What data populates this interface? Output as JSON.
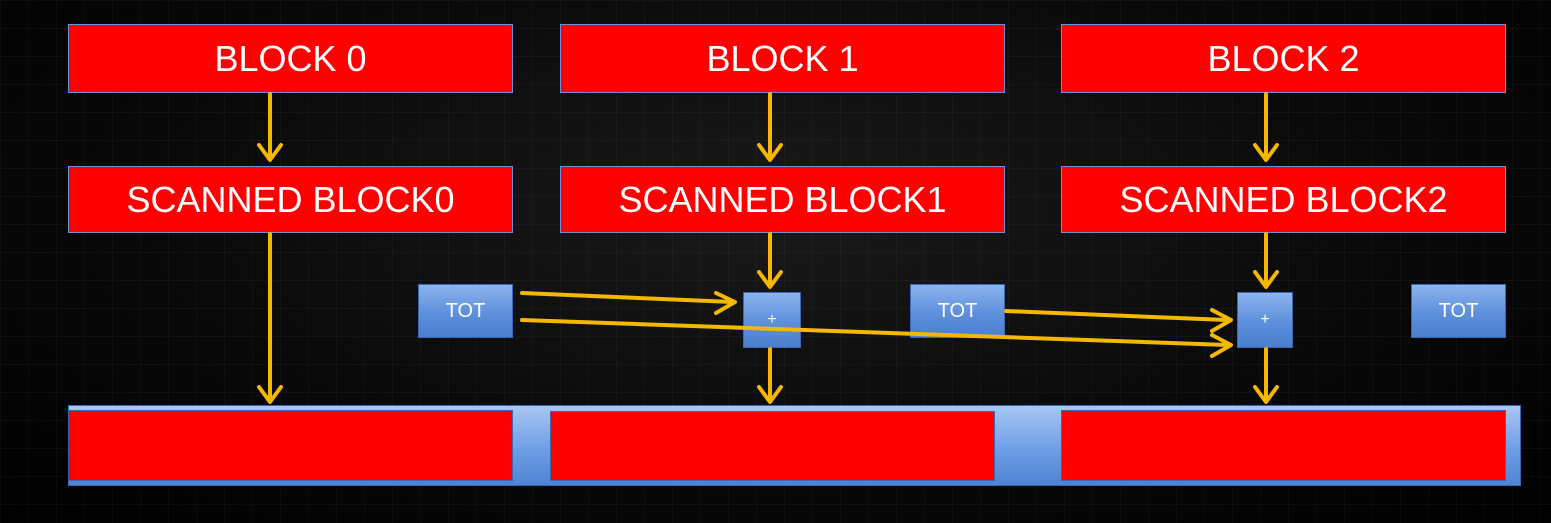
{
  "blocks": [
    {
      "label": "BLOCK 0"
    },
    {
      "label": "BLOCK 1"
    },
    {
      "label": "BLOCK 2"
    }
  ],
  "scanned_blocks": [
    {
      "label": "SCANNED BLOCK0"
    },
    {
      "label": "SCANNED BLOCK1"
    },
    {
      "label": "SCANNED BLOCK2"
    }
  ],
  "totals": [
    {
      "label": "TOT"
    },
    {
      "label": "TOT"
    },
    {
      "label": "TOT"
    }
  ],
  "adders": [
    {
      "label": "+"
    },
    {
      "label": "+"
    }
  ],
  "colors": {
    "block_fill": "#ff0000",
    "arrow": "#f5b800",
    "blue_box": "#5d8fdc",
    "background": "#000000"
  }
}
